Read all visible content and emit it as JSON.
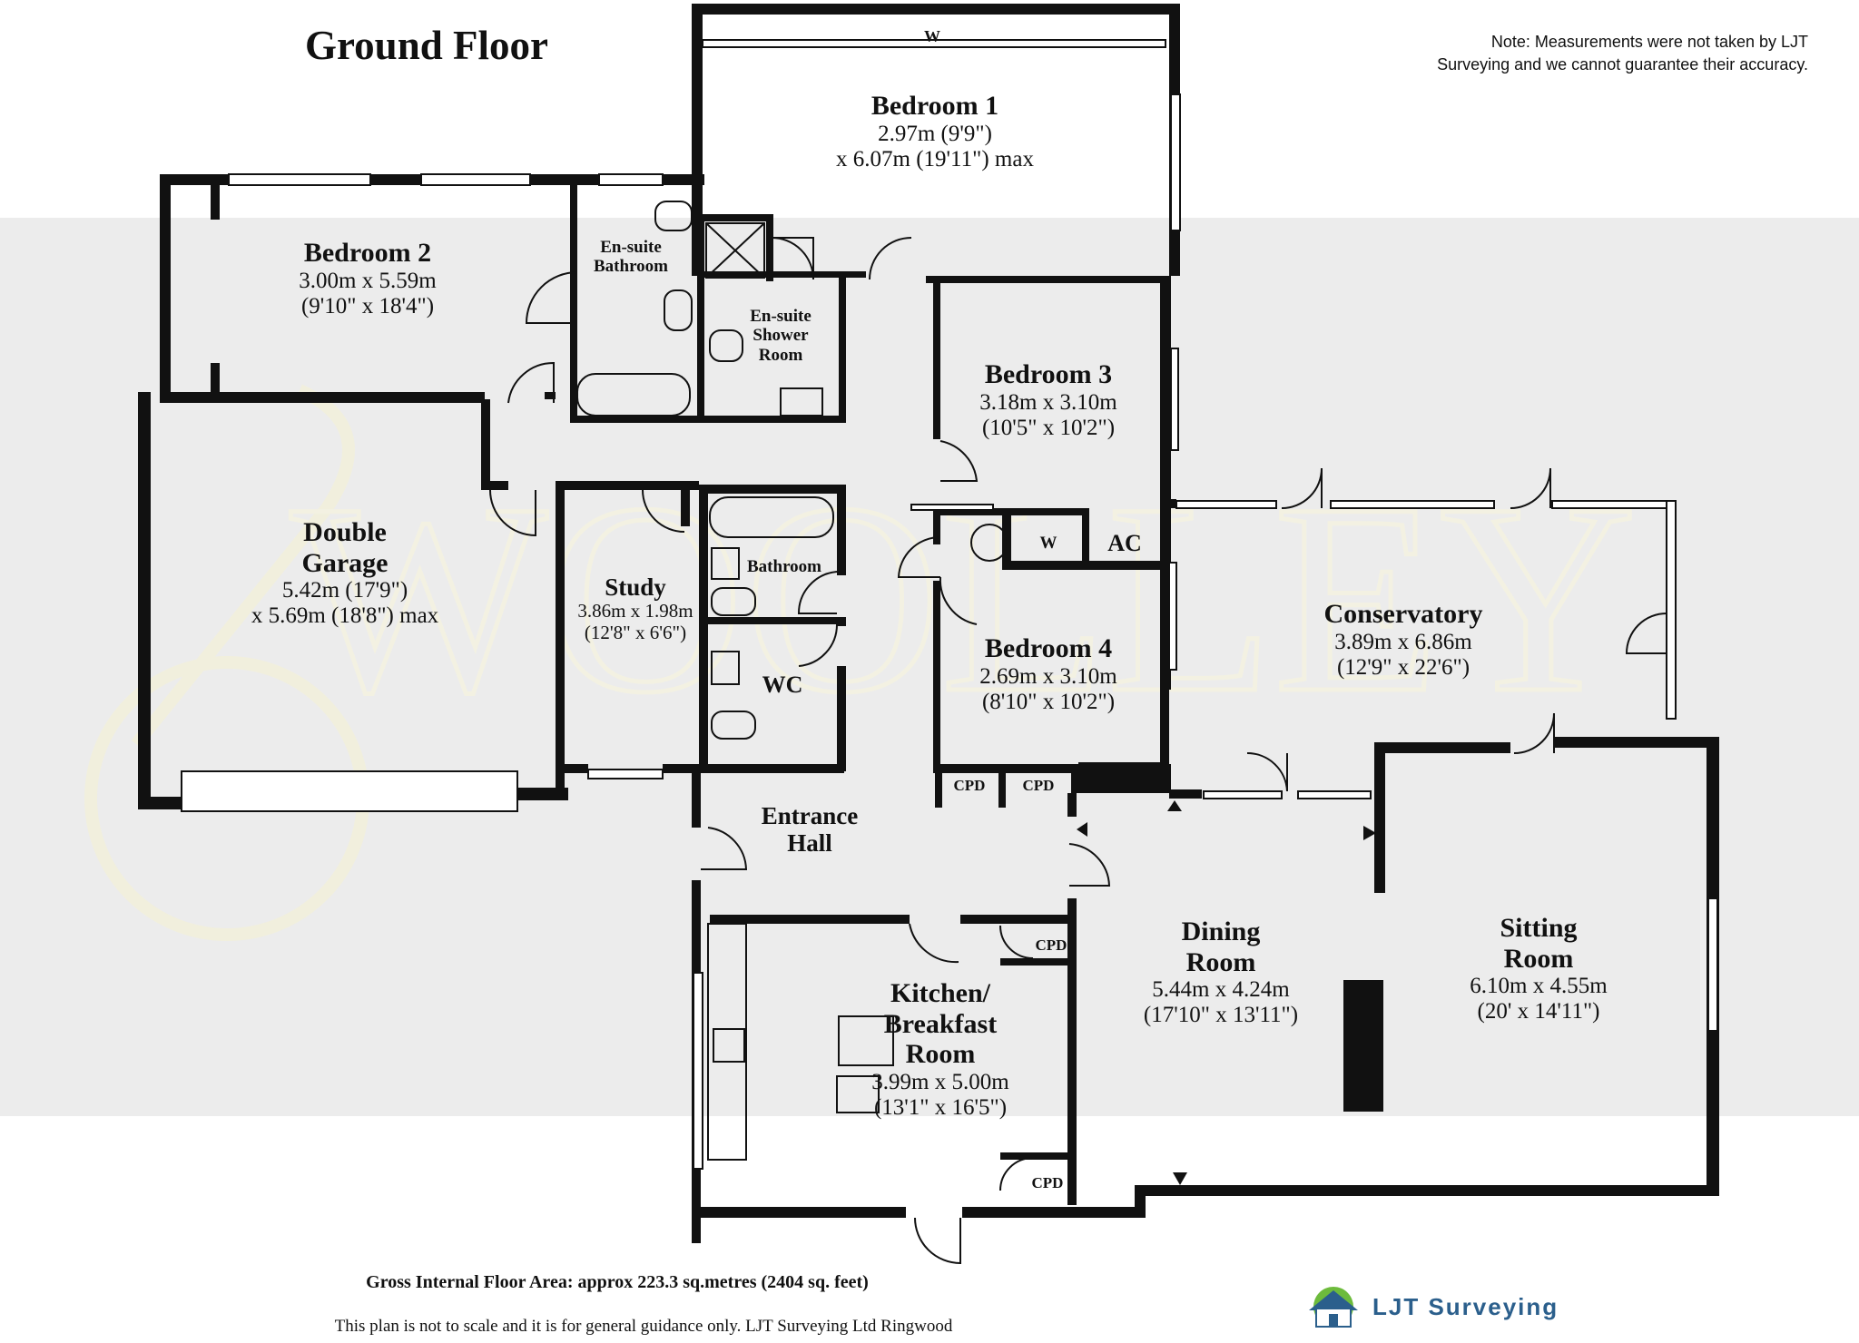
{
  "title": "Ground Floor",
  "note": "Note: Measurements were not taken by LJT Surveying and we cannot guarantee their accuracy.",
  "rooms": {
    "bedroom1": {
      "name": "Bedroom 1",
      "dim1": "2.97m (9'9\")",
      "dim2": "x 6.07m (19'11\") max"
    },
    "bedroom2": {
      "name": "Bedroom 2",
      "dim1": "3.00m x 5.59m",
      "dim2": "(9'10\" x 18'4\")"
    },
    "ensuite_bath": {
      "line1": "En-suite",
      "line2": "Bathroom"
    },
    "ensuite_shower": {
      "line1": "En-suite",
      "line2": "Shower",
      "line3": "Room"
    },
    "bedroom3": {
      "name": "Bedroom 3",
      "dim1": "3.18m x 3.10m",
      "dim2": "(10'5\" x 10'2\")"
    },
    "garage": {
      "name1": "Double",
      "name2": "Garage",
      "dim1": "5.42m (17'9\")",
      "dim2": "x 5.69m (18'8\") max"
    },
    "study": {
      "name": "Study",
      "dim1": "3.86m x 1.98m",
      "dim2": "(12'8\" x 6'6\")"
    },
    "bathroom": {
      "name": "Bathroom"
    },
    "wc": {
      "name": "WC"
    },
    "bedroom4": {
      "name": "Bedroom 4",
      "dim1": "2.69m x 3.10m",
      "dim2": "(8'10\" x 10'2\")"
    },
    "conservatory": {
      "name": "Conservatory",
      "dim1": "3.89m x 6.86m",
      "dim2": "(12'9\" x 22'6\")"
    },
    "entrance": {
      "name1": "Entrance",
      "name2": "Hall"
    },
    "kitchen": {
      "name1": "Kitchen/",
      "name2": "Breakfast",
      "name3": "Room",
      "dim1": "3.99m x 5.00m",
      "dim2": "(13'1\" x 16'5\")"
    },
    "dining": {
      "name1": "Dining",
      "name2": "Room",
      "dim1": "5.44m x 4.24m",
      "dim2": "(17'10\" x 13'11\")"
    },
    "sitting": {
      "name1": "Sitting",
      "name2": "Room",
      "dim1": "6.10m x 4.55m",
      "dim2": "(20' x 14'11\")"
    }
  },
  "fixtures": {
    "wardrobe": "W",
    "airing_cupboard": "AC",
    "cupboard": "CPD"
  },
  "footer": {
    "gia": "Gross Internal Floor Area: approx 223.3 sq.metres (2404 sq. feet)",
    "disclaimer": "This plan is not to scale and it is for general guidance only. LJT Surveying Ltd Ringwood",
    "logo_text": "LJT Surveying"
  },
  "colors": {
    "wall": "#111111",
    "band": "#ececec",
    "window": "#ffffff",
    "logo": "#2b5f8c"
  }
}
